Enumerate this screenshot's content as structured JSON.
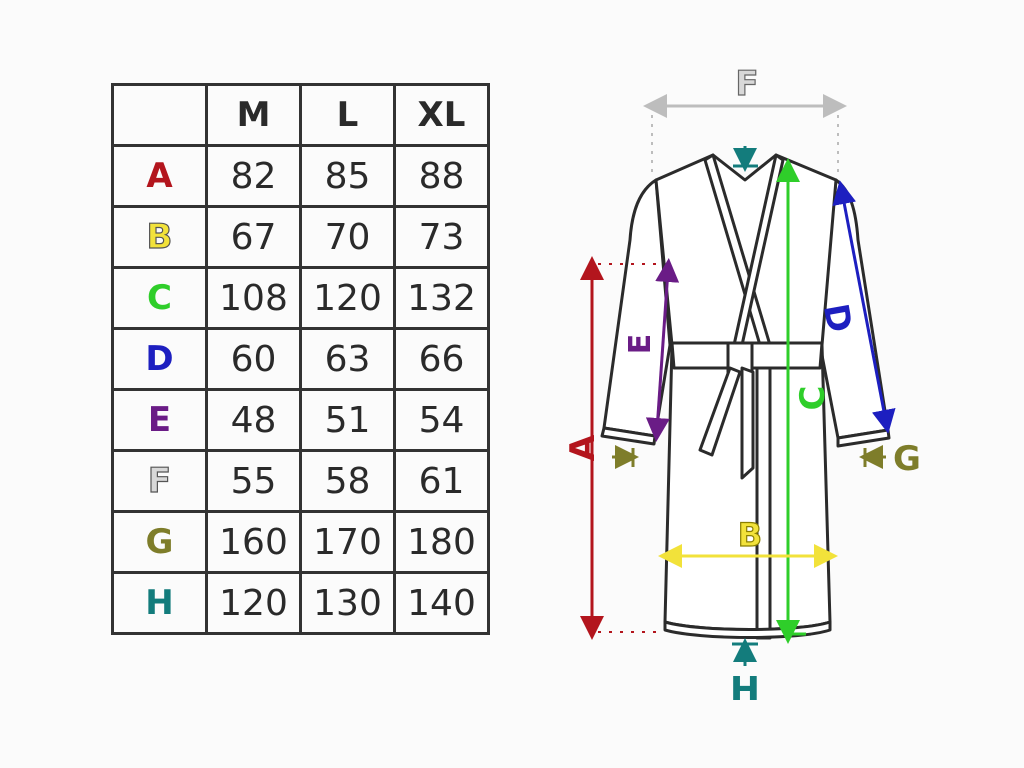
{
  "table": {
    "columns": [
      "M",
      "L",
      "XL"
    ],
    "rows": [
      {
        "label": "A",
        "color": "#b3151d",
        "values": [
          "82",
          "85",
          "88"
        ]
      },
      {
        "label": "B",
        "color": "#f2e23a",
        "values": [
          "67",
          "70",
          "73"
        ]
      },
      {
        "label": "C",
        "color": "#2fce2a",
        "values": [
          "108",
          "120",
          "132"
        ]
      },
      {
        "label": "D",
        "color": "#1d1fc0",
        "values": [
          "60",
          "63",
          "66"
        ]
      },
      {
        "label": "E",
        "color": "#6a1c86",
        "values": [
          "48",
          "51",
          "54"
        ]
      },
      {
        "label": "F",
        "color": "#d8d8d8",
        "values": [
          "55",
          "58",
          "61"
        ]
      },
      {
        "label": "G",
        "color": "#7e7d2a",
        "values": [
          "160",
          "170",
          "180"
        ]
      },
      {
        "label": "H",
        "color": "#137c7c",
        "values": [
          "120",
          "130",
          "140"
        ]
      }
    ]
  },
  "diagram": {
    "labels": {
      "A": "A",
      "B": "B",
      "C": "C",
      "D": "D",
      "E": "E",
      "F": "F",
      "G": "G",
      "H": "H"
    },
    "colors": {
      "A": "#b3151d",
      "B": "#f2e23a",
      "C": "#2fce2a",
      "D": "#1d1fc0",
      "E": "#6a1c86",
      "F": "#bdbdbd",
      "G": "#7e7d2a",
      "H": "#137c7c",
      "outline": "#2b2b2b"
    }
  }
}
